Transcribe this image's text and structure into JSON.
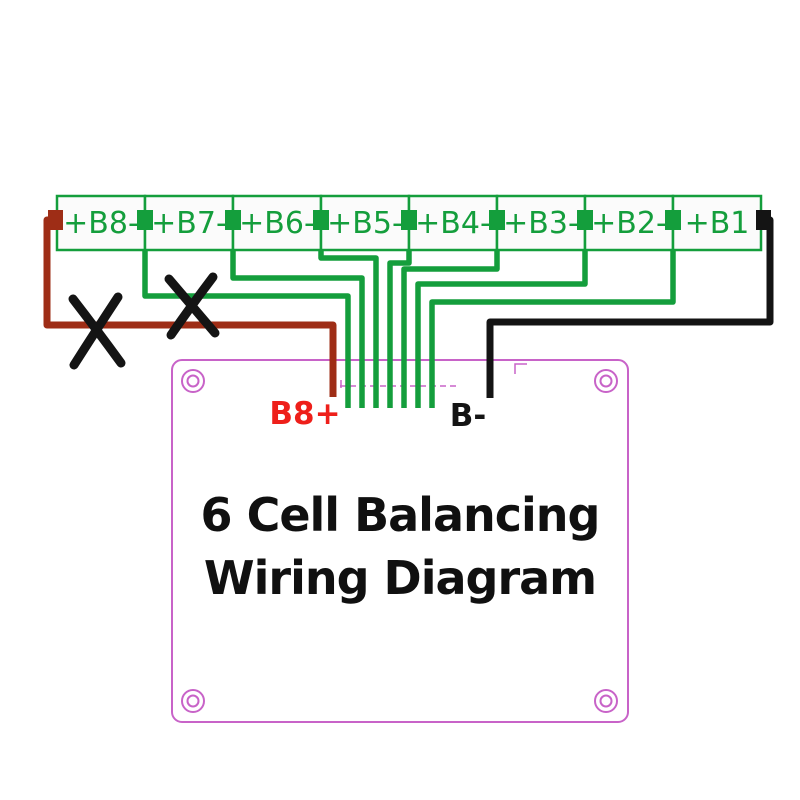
{
  "diagram": {
    "terminals": [
      {
        "label": "+B8-"
      },
      {
        "label": "+B7-"
      },
      {
        "label": "+B6-"
      },
      {
        "label": "+B5-"
      },
      {
        "label": "+B4-"
      },
      {
        "label": "+B3-"
      },
      {
        "label": "+B2-"
      },
      {
        "label": "+B1"
      }
    ],
    "pads": {
      "positive_label": "B8+",
      "negative_label": "B-"
    },
    "title": {
      "line1": "6 Cell Balancing",
      "line2": "Wiring Diagram"
    },
    "colors": {
      "green": "#149e3c",
      "dark_red": "#9e2d16",
      "label_red": "#ee1f1a",
      "black": "#141414",
      "magenta": "#c863c8"
    }
  }
}
